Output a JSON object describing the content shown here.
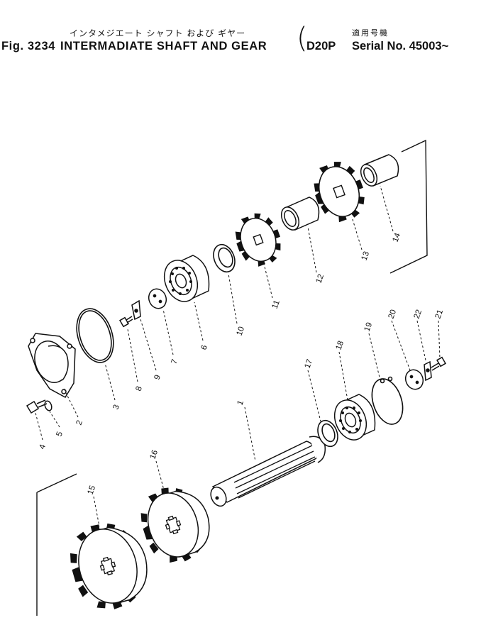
{
  "header": {
    "jp_title": "インタメジエート シャフト および ギヤー",
    "fig_label": "Fig. 3234",
    "title": "INTERMADIATE SHAFT AND GEAR",
    "paren": "(",
    "model": "D20P",
    "jp_applicable": "適用号機",
    "serial": "Serial No. 45003~"
  },
  "parts": [
    "1",
    "2",
    "3",
    "4",
    "5",
    "6",
    "7",
    "8",
    "9",
    "10",
    "11",
    "12",
    "13",
    "14",
    "15",
    "16",
    "17",
    "18",
    "19",
    "20",
    "21",
    "22"
  ]
}
